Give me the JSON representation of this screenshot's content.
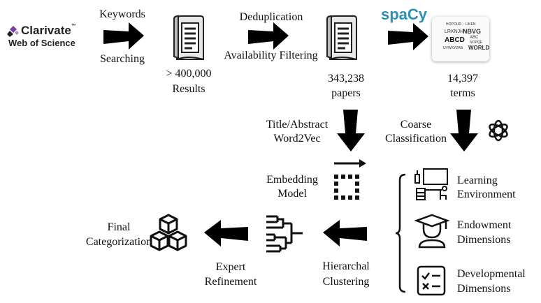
{
  "logo": {
    "name": "Clarivate",
    "trademark": "™",
    "product": "Web of Science",
    "brand_color": "#7b3fa0"
  },
  "steps": {
    "keywords": "Keywords",
    "searching": "Searching",
    "results_count": "> 400,000",
    "results_label": "Results",
    "deduplication": "Deduplication",
    "availability_filtering": "Availability Filtering",
    "papers_count": "343,238",
    "papers_label": "papers",
    "spacy": "spaCy",
    "terms_count": "14,397",
    "terms_label": "terms",
    "title_abstract": "Title/Abstract",
    "word2vec": "Word2Vec",
    "coarse": "Coarse",
    "classification": "Classification",
    "embedding": "Embedding",
    "model": "Model",
    "learning": "Learning",
    "environment": "Environment",
    "endowment": "Endowment",
    "dimensions_1": "Dimensions",
    "developmental": "Developmental",
    "dimensions_2": "Dimensions",
    "hierarchal": "Hierarchal",
    "clustering": "Clustering",
    "expert": "Expert",
    "refinement": "Refinement",
    "final": "Final",
    "categorization": "Categorization"
  },
  "word_cloud": [
    "HOPOUR",
    "LIKEN",
    "LRKNJH",
    "NBVG",
    "ABCD",
    "ABC",
    "NOPQE",
    "UVWXYZAB",
    "WORLD"
  ],
  "colors": {
    "arrow": "#000000",
    "spacy": "#2e8fb5"
  },
  "icons": [
    "clarivate-logo",
    "document-stack-icon",
    "word-cloud-icon",
    "openai-icon",
    "embedding-icon",
    "classroom-icon",
    "graduate-icon",
    "checklist-icon",
    "dendrogram-icon",
    "cube-cluster-icon"
  ]
}
